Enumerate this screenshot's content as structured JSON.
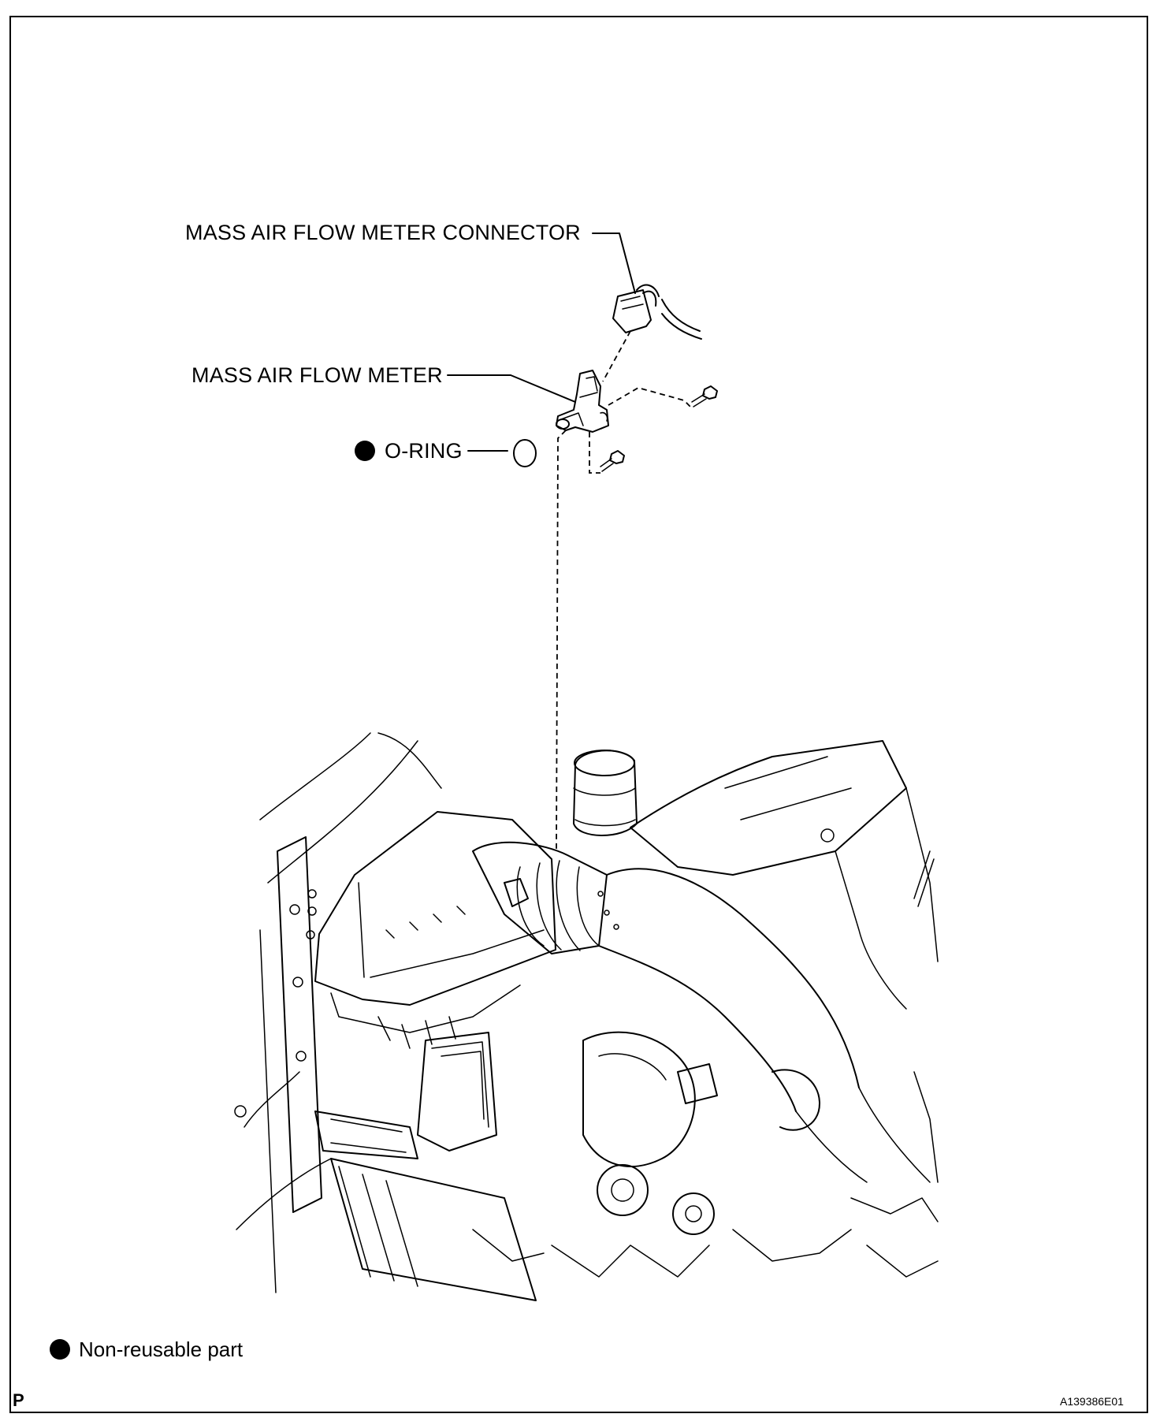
{
  "callouts": {
    "connector_label": "MASS AIR FLOW METER CONNECTOR",
    "meter_label": "MASS AIR FLOW METER",
    "oring_label": "O-RING"
  },
  "legend": {
    "non_reusable_label": "Non-reusable part"
  },
  "footer": {
    "corner_letter": "P",
    "figure_code": "A139386E01"
  },
  "colors": {
    "line": "#000000",
    "background": "#ffffff"
  }
}
